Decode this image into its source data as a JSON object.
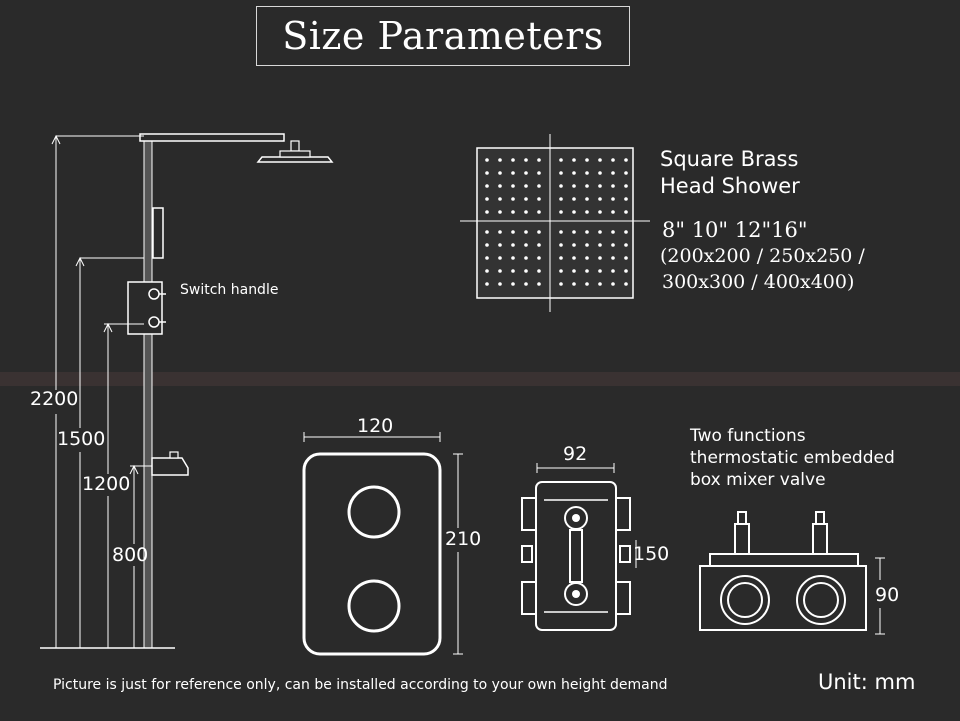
{
  "title": "Size Parameters",
  "shower_head": {
    "name_line1": "Square Brass",
    "name_line2": "Head Shower",
    "sizes_inch": "8\" 10\" 12\"16\"",
    "sizes_mm_line1": "(200x200 / 250x250 /",
    "sizes_mm_line2": "300x300 / 400x400)"
  },
  "switch_label": "Switch handle",
  "heights": {
    "h1": "2200",
    "h2": "1500",
    "h3": "1200",
    "h4": "800"
  },
  "panel": {
    "width": "120",
    "height": "210"
  },
  "valve_body": {
    "width": "92",
    "height": "150"
  },
  "mixer": {
    "line1": "Two functions",
    "line2": "thermostatic embedded",
    "line3": "box mixer valve",
    "height": "90"
  },
  "footer_note": "Picture is just for reference only, can be installed according to your own height demand",
  "unit": "Unit: mm"
}
